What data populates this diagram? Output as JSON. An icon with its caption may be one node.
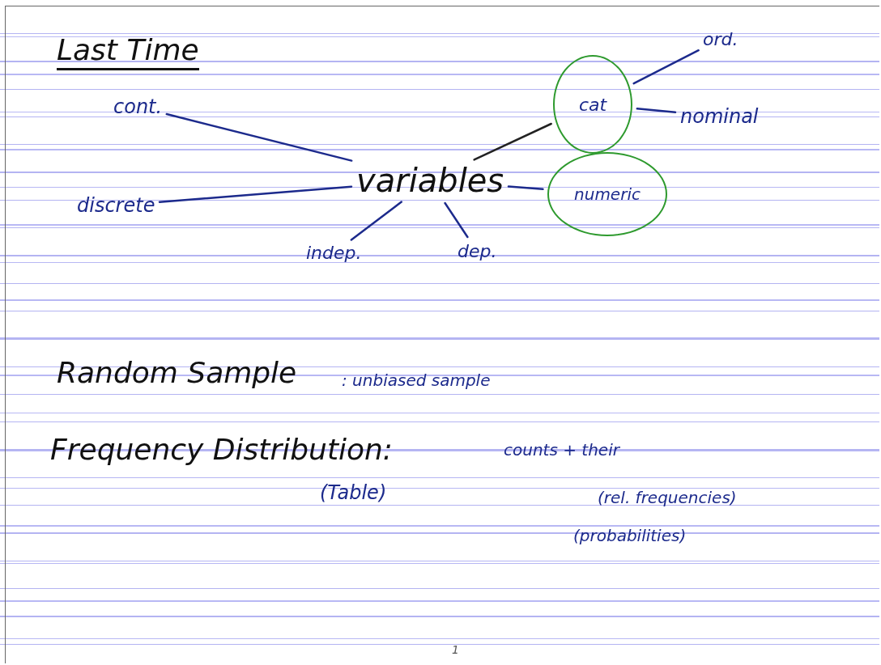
{
  "diagram": {
    "title": "Last Time",
    "nodes": [
      {
        "text": [
          "variables"
        ]
      },
      {
        "text": [
          "cont."
        ]
      },
      {
        "text": [
          "discrete"
        ]
      },
      {
        "text": [
          "indep."
        ]
      },
      {
        "text": [
          "dep."
        ]
      },
      {
        "text": [
          "cat"
        ]
      },
      {
        "text": [
          "numeric"
        ]
      },
      {
        "text": [
          "ord."
        ]
      },
      {
        "text": [
          "nominal"
        ]
      }
    ],
    "edges": [
      {
        "from": 1,
        "to": 0,
        "arrow": "none"
      },
      {
        "from": 2,
        "to": 0,
        "arrow": "none"
      },
      {
        "from": 0,
        "to": 3,
        "arrow": "none"
      },
      {
        "from": 0,
        "to": 4,
        "arrow": "none"
      },
      {
        "from": 0,
        "to": 5,
        "arrow": "none",
        "color": "#222222"
      },
      {
        "from": 0,
        "to": 6,
        "arrow": "none"
      },
      {
        "from": 5,
        "to": 7,
        "arrow": "none"
      },
      {
        "from": 5,
        "to": 8,
        "arrow": "none"
      }
    ],
    "labels": [
      "Random Sample",
      ": unbiased sample",
      "Frequency Distribution:",
      "(Table)",
      "counts + their",
      "(rel. frequencies)",
      "(probabilities)",
      "1"
    ]
  }
}
